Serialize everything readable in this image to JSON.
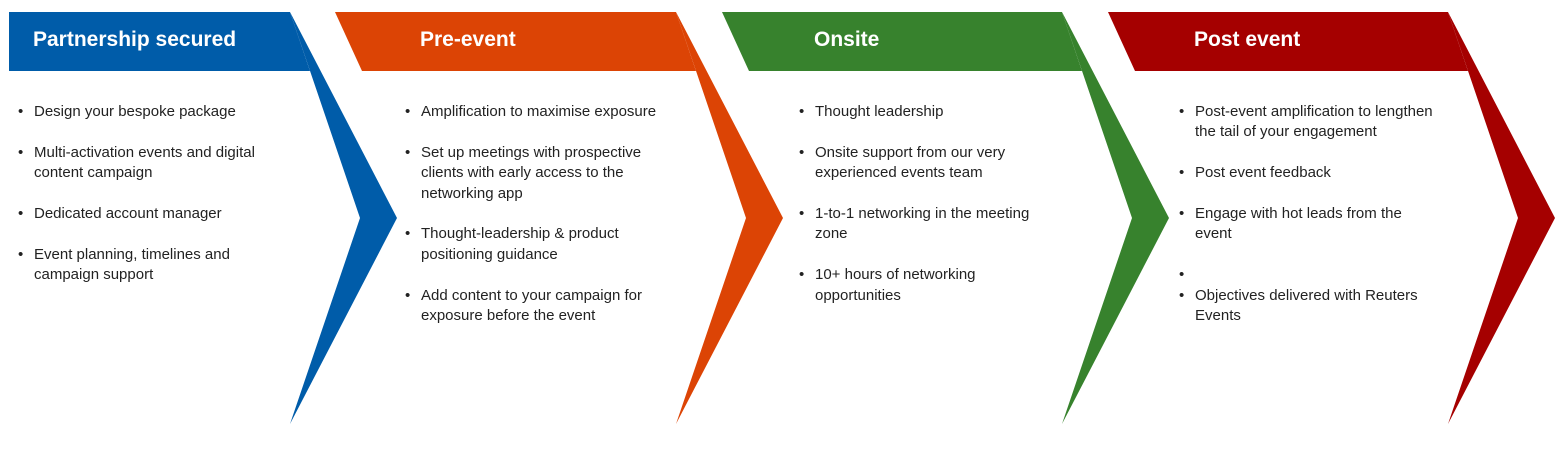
{
  "stages": [
    {
      "title": "Partnership secured",
      "color": "#005CA9",
      "items": [
        "Design your bespoke package",
        "Multi-activation events and digital content campaign",
        "Dedicated account manager",
        "Event planning, timelines and campaign support"
      ]
    },
    {
      "title": "Pre-event",
      "color": "#DC4405",
      "items": [
        "Amplification to maximise exposure",
        "Set up meetings with prospective clients with early access to the networking app",
        "Thought-leadership & product positioning guidance",
        "Add content to your campaign for exposure before the event"
      ]
    },
    {
      "title": "Onsite",
      "color": "#37822D",
      "items": [
        "Thought leadership",
        "Onsite support from our very experienced events team",
        "1-to-1 networking in the meeting zone",
        "10+ hours of networking opportunities"
      ]
    },
    {
      "title": "Post event",
      "color": "#A50000",
      "items": [
        "Post-event amplification to lengthen the tail of your engagement",
        "Post event feedback",
        "Engage with hot leads from the event",
        "",
        "Objectives delivered with Reuters Events"
      ]
    }
  ]
}
